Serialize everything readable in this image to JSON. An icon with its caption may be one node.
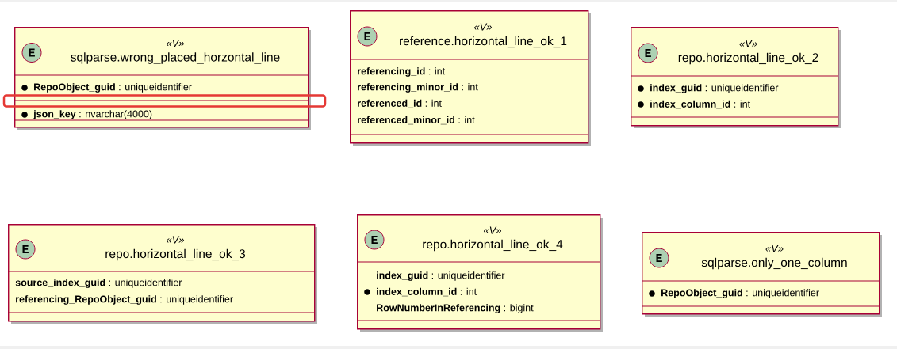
{
  "diagram": {
    "nodes": [
      {
        "text": [
          "«V»",
          "sqlparse.wrong_placed_horzontal_line",
          "**RepoObject_guid** : uniqueidentifier",
          "**json_key** : nvarchar(4000)"
        ]
      },
      {
        "text": [
          "E"
        ],
        "in": 0
      },
      {
        "text": [
          "«V»",
          "reference.horizontal_line_ok_1",
          "**referencing_id** : int",
          "**referencing_minor_id** : int",
          "**referenced_id** : int",
          "**referenced_minor_id** : int"
        ]
      },
      {
        "text": [
          "E"
        ],
        "in": 2
      },
      {
        "text": [
          "«V»",
          "repo.horizontal_line_ok_2",
          "**index_guid** : uniqueidentifier",
          "**index_column_id** : int"
        ]
      },
      {
        "text": [
          "E"
        ],
        "in": 4
      },
      {
        "text": [
          "«V»",
          "repo.horizontal_line_ok_3",
          "**source_index_guid** : uniqueidentifier",
          "**referencing_RepoObject_guid** : uniqueidentifier"
        ]
      },
      {
        "text": [
          "E"
        ],
        "in": 6
      },
      {
        "text": [
          "«V»",
          "repo.horizontal_line_ok_4",
          "**index_guid** : uniqueidentifier",
          "**index_column_id** : int",
          "**RowNumberInReferencing** : bigint"
        ]
      },
      {
        "text": [
          "E"
        ],
        "in": 8
      },
      {
        "text": [
          "«V»",
          "sqlparse.only_one_column",
          "**RepoObject_guid** : uniqueidentifier"
        ]
      },
      {
        "text": [
          "E"
        ],
        "in": 10
      }
    ]
  }
}
